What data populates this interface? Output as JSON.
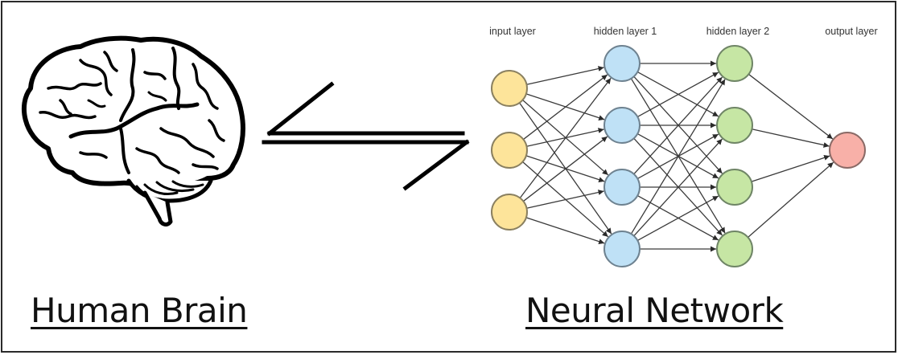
{
  "captions": {
    "left": "Human Brain",
    "right": "Neural Network"
  },
  "icons": {
    "brain": "brain-icon",
    "exchange": "bidirectional-harpoon-arrows-icon"
  },
  "network": {
    "layers": [
      {
        "label": "input layer",
        "nodes": 3,
        "fill": "#fde49a",
        "stroke": "#8a8060"
      },
      {
        "label": "hidden layer 1",
        "nodes": 4,
        "fill": "#bfe1f6",
        "stroke": "#6e8290"
      },
      {
        "label": "hidden layer 2",
        "nodes": 4,
        "fill": "#c6e6a4",
        "stroke": "#6f8566"
      },
      {
        "label": "output layer",
        "nodes": 1,
        "fill": "#f8b0a8",
        "stroke": "#8a6a66"
      }
    ],
    "edge_color": "#3a3a3a",
    "fully_connected": true
  }
}
